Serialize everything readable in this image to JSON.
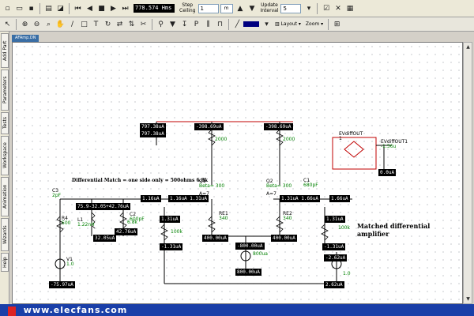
{
  "toolbar": {
    "time_display": "778.574 Hms",
    "step_ceiling_label": "Step\nCeiling",
    "step_ceiling_value": "1",
    "step_ceiling_unit": "m",
    "update_interval_label": "Update\nInterval",
    "update_interval_value": "5",
    "layout_label": "Layout",
    "zoom_label": "Zoom",
    "accent_color": "#00007f"
  },
  "side_tabs": [
    "Add Part",
    "Parameters",
    "Tests",
    "Workspace",
    "Animation",
    "Wizards",
    "Help"
  ],
  "document_tab": "AFAmp.DN",
  "watermark_text": "www.elecfans.com",
  "schematic": {
    "title_note": "Matched differential\namplifier",
    "match_note": "Differential Match = one side only = 500ohms 6.8k",
    "components": {
      "c3": {
        "name": "C3",
        "value": "2pF"
      },
      "r4": {
        "name": "R4",
        "value": "500"
      },
      "v1": {
        "name": "V1",
        "value": "1.0"
      },
      "l1": {
        "name": "L1",
        "value": "1.22nH"
      },
      "c2": {
        "name": "C2",
        "value": "600pF"
      },
      "r_6k8": {
        "value": "6.8k"
      },
      "q1": {
        "name": "Q1",
        "value": "Beta= 300"
      },
      "q1_type": "A=7",
      "q2": {
        "name": "Q2",
        "value": "Beta= 300"
      },
      "q2_type": "A=7",
      "re1": {
        "name": "RE1",
        "value": "340"
      },
      "re2": {
        "name": "RE2",
        "value": "340"
      },
      "rc1": {
        "value": "2000"
      },
      "rc2": {
        "value": "2000"
      },
      "rb1": {
        "value": "100k"
      },
      "rb2": {
        "value": "100k"
      },
      "c1": {
        "name": "C1",
        "value": "680pF"
      },
      "isrc": {
        "value": "800ua"
      },
      "v2": {
        "value": "1.0"
      },
      "evdiff": {
        "name": "EVdiffOUT",
        "value": "1"
      },
      "evdiff1": {
        "name": "EVdiffOUT1",
        "value": "-1.56u"
      }
    },
    "readouts": [
      "797.38uA",
      "797.38uA",
      "-398.69uA",
      "-398.69uA",
      "75.9-32.05+42.76uA",
      "1.16uA",
      "1.16uA 1.31uA",
      "1.31uA 1.66uA",
      "1.66uA",
      "1.31uA",
      "32.05uA",
      "42.76uA",
      "-1.31uA",
      "-1.31uA",
      "400.00uA",
      "400.00uA",
      "-800.00uA",
      "800.00uA",
      "-75.97uA",
      "1.31uA",
      "-2.62uA",
      "2.62uA",
      "0.0uA"
    ]
  }
}
